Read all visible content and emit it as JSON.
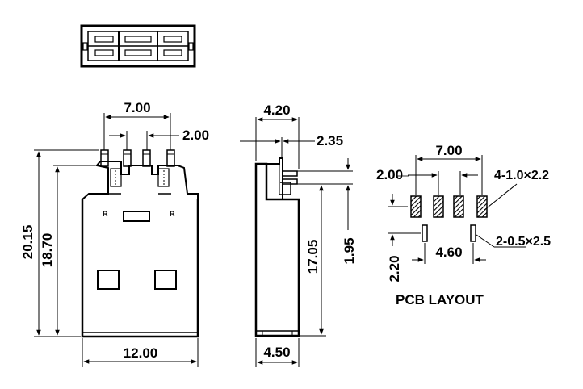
{
  "dimensions": {
    "top_pin_span": "7.00",
    "top_pin_gap": "2.00",
    "total_height": "20.15",
    "body_height": "18.70",
    "body_width": "12.00",
    "side_top_width": "4.20",
    "side_pin_offset": "2.35",
    "side_body_height": "17.05",
    "side_pin_height": "1.95",
    "side_width": "4.50"
  },
  "pcb": {
    "title": "PCB LAYOUT",
    "pad_span": "7.00",
    "pad_gap": "2.00",
    "pad_spec": "4-1.0×2.2",
    "slot_spec": "2-0.5×2.5",
    "slot_span": "4.60",
    "slot_offset": "2.20"
  },
  "colors": {
    "line": "#000000",
    "background": "#ffffff"
  }
}
